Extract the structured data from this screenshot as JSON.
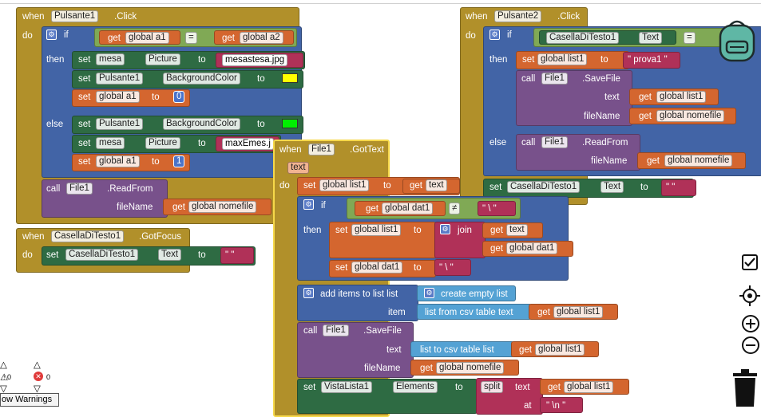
{
  "kw": {
    "when": "when",
    "do": "do",
    "if": "if",
    "then": "then",
    "else": "else",
    "get": "get",
    "set": "set",
    "to": "to",
    "call": "call",
    "join": "join",
    "eq": "=",
    "neq": "≠",
    "text": "text",
    "fileName": "fileName",
    "item": "item",
    "at": "at",
    "split": "split",
    "list": "list"
  },
  "ev1": {
    "component": "Pulsante1",
    "event": ".Click",
    "cond_a": "global a1",
    "cond_b": "global a2",
    "then": {
      "s1_comp": "mesa",
      "s1_prop": "Picture",
      "s1_val": "mesastesa.jpg",
      "s2_comp": "Pulsante1",
      "s2_prop": "BackgroundColor",
      "s2_color": "#ffff00",
      "s3_var": "global a1",
      "s3_val": "0"
    },
    "else": {
      "s1_comp": "Pulsante1",
      "s1_prop": "BackgroundColor",
      "s1_color": "#00ff00",
      "s2_comp": "mesa",
      "s2_prop": "Picture",
      "s2_val": "maxEmes.j",
      "s3_var": "global a1",
      "s3_val": "1"
    },
    "call_comp": "File1",
    "call_method": ".ReadFrom",
    "call_arg": "global nomefile"
  },
  "ev2": {
    "component": "CasellaDiTesto1",
    "event": ".GotFocus",
    "set_comp": "CasellaDiTesto1",
    "set_prop": "Text",
    "set_val": "\" \""
  },
  "ev3": {
    "component": "File1",
    "event": ".GotText",
    "param": "text",
    "set_var": "global list1",
    "set_get": "text",
    "if_get": "global dat1",
    "if_op": "≠",
    "if_val": "\" \\ \"",
    "then_set_var": "global list1",
    "then_join_a": "text",
    "then_join_b": "global dat1",
    "then_set2_var": "global dat1",
    "then_set2_val": "\" \\ \"",
    "add_items": "add items to list  list",
    "create_empty": "create empty list",
    "csv_table": "list from csv table  text",
    "csv_get": "global list1",
    "save_comp": "File1",
    "save_method": ".SaveFile",
    "to_csv": "list to csv table  list",
    "to_csv_get": "global list1",
    "save_fname": "global nomefile",
    "final_comp": "VistaLista1",
    "final_prop": "Elements",
    "split_get": "global list1",
    "split_at": "\" \\n \""
  },
  "ev4": {
    "component": "Pulsante2",
    "event": ".Click",
    "cond_comp": "CasellaDiTesto1",
    "cond_prop": "Text",
    "then_set_var": "global list1",
    "then_set_val": "\" prova1 \"",
    "save_comp": "File1",
    "save_method": ".SaveFile",
    "save_text": "global list1",
    "save_fname": "global nomefile",
    "else_comp": "File1",
    "else_method": ".ReadFrom",
    "else_fname": "global nomefile",
    "after_comp": "CasellaDiTesto1",
    "after_prop": "Text",
    "after_val": "\" \""
  },
  "warnings": {
    "count_warn": "0",
    "count_err": "0",
    "button": "ow Warnings"
  },
  "icons": [
    "backpack-icon",
    "checkbox-icon",
    "target-icon",
    "zoom-in-icon",
    "zoom-out-icon",
    "trash-icon"
  ]
}
